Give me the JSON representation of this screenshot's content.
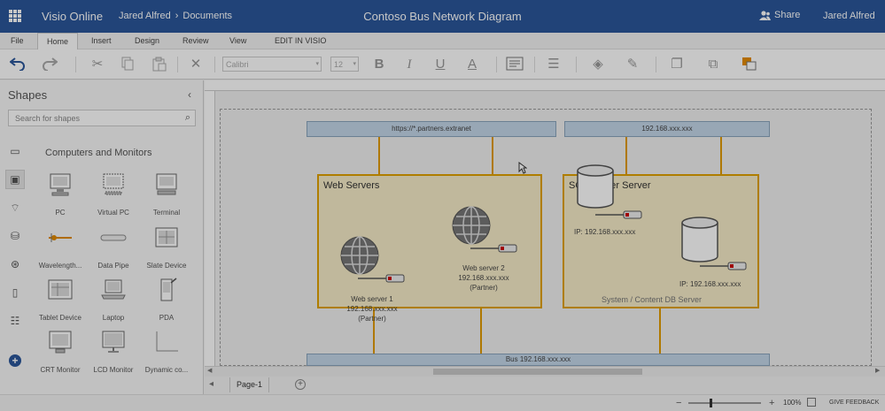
{
  "titlebar": {
    "app_name": "Visio Online",
    "owner": "Jared Alfred",
    "crumb_sep": "›",
    "folder": "Documents",
    "document_title": "Contoso Bus Network Diagram",
    "share_label": "Share",
    "user_name": "Jared Alfred"
  },
  "ribbon": {
    "tabs": [
      "File",
      "Home",
      "Insert",
      "Design",
      "Review",
      "View",
      "EDIT IN VISIO"
    ],
    "active_tab": "Home",
    "font_name": "Calibri",
    "font_size": "12",
    "bold_label": "B",
    "italic_label": "I",
    "underline_label": "U",
    "font_color_label": "A"
  },
  "shapes_panel": {
    "title": "Shapes",
    "search_placeholder": "Search for shapes",
    "category_title": "Computers and Monitors",
    "stencils": [
      {
        "label": "PC",
        "icon": "pc-icon"
      },
      {
        "label": "Virtual PC",
        "icon": "virtual-pc-icon"
      },
      {
        "label": "Terminal",
        "icon": "terminal-icon"
      },
      {
        "label": "Wavelength...",
        "icon": "wavelength-icon"
      },
      {
        "label": "Data Pipe",
        "icon": "data-pipe-icon"
      },
      {
        "label": "Slate Device",
        "icon": "slate-device-icon"
      },
      {
        "label": "Tablet Device",
        "icon": "tablet-device-icon"
      },
      {
        "label": "Laptop",
        "icon": "laptop-icon"
      },
      {
        "label": "PDA",
        "icon": "pda-icon"
      },
      {
        "label": "CRT Monitor",
        "icon": "crt-monitor-icon"
      },
      {
        "label": "LCD Monitor",
        "icon": "lcd-monitor-icon"
      },
      {
        "label": "Dynamic co...",
        "icon": "dynamic-connector-icon"
      }
    ]
  },
  "diagram": {
    "top_bar_left": "https://*.partners.extranet",
    "top_bar_right": "192.168.xxx.xxx",
    "web_servers_title": "Web Servers",
    "sql_servers_title": "SQL Server Server",
    "web_server_1": {
      "name": "Web server 1",
      "ip": "192.168.xxx.xxx",
      "role": "(Partner)"
    },
    "web_server_2": {
      "name": "Web server 2",
      "ip": "192.168.xxx.xxx",
      "role": "(Partner)"
    },
    "db_server_1_ip": "IP: 192.168.xxx.xxx",
    "db_server_2_ip": "IP: 192.168.xxx.xxx",
    "db_footer": "System / Content DB Server",
    "bus_label": "Bus 192.168.xxx.xxx"
  },
  "page_tabs": {
    "pages": [
      "Page-1"
    ]
  },
  "status_bar": {
    "zoom_out": "−",
    "zoom_in": "+",
    "zoom_percent": "100%",
    "feedback": "GIVE FEEDBACK"
  },
  "colors": {
    "brand": "#2b579a",
    "container_border": "#e0a000",
    "bar_fill": "#c3d6e8"
  }
}
